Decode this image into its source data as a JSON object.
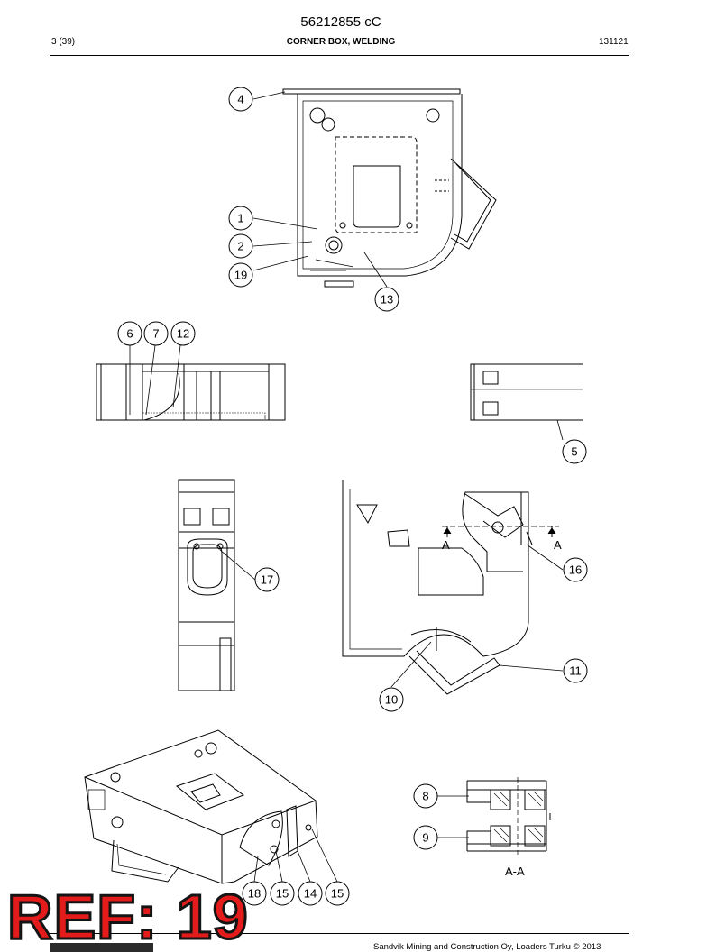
{
  "header": {
    "doc_number": "56212855 cC",
    "page": "3 (39)",
    "title": "CORNER BOX, WELDING",
    "date_code": "131121"
  },
  "callouts": {
    "c1": "1",
    "c2": "2",
    "c4": "4",
    "c5": "5",
    "c6": "6",
    "c7": "7",
    "c8": "8",
    "c9": "9",
    "c10": "10",
    "c11": "11",
    "c12": "12",
    "c13": "13",
    "c14": "14",
    "c15a": "15",
    "c15b": "15",
    "c16": "16",
    "c17": "17",
    "c18": "18",
    "c19": "19"
  },
  "section_labels": {
    "cut_left": "A",
    "cut_right": "A",
    "section_title": "A-A"
  },
  "footer": {
    "copyright": "Sandvik Mining and Construction Oy, Loaders Turku © 2013"
  },
  "stamp": {
    "ref": "REF: 19"
  }
}
